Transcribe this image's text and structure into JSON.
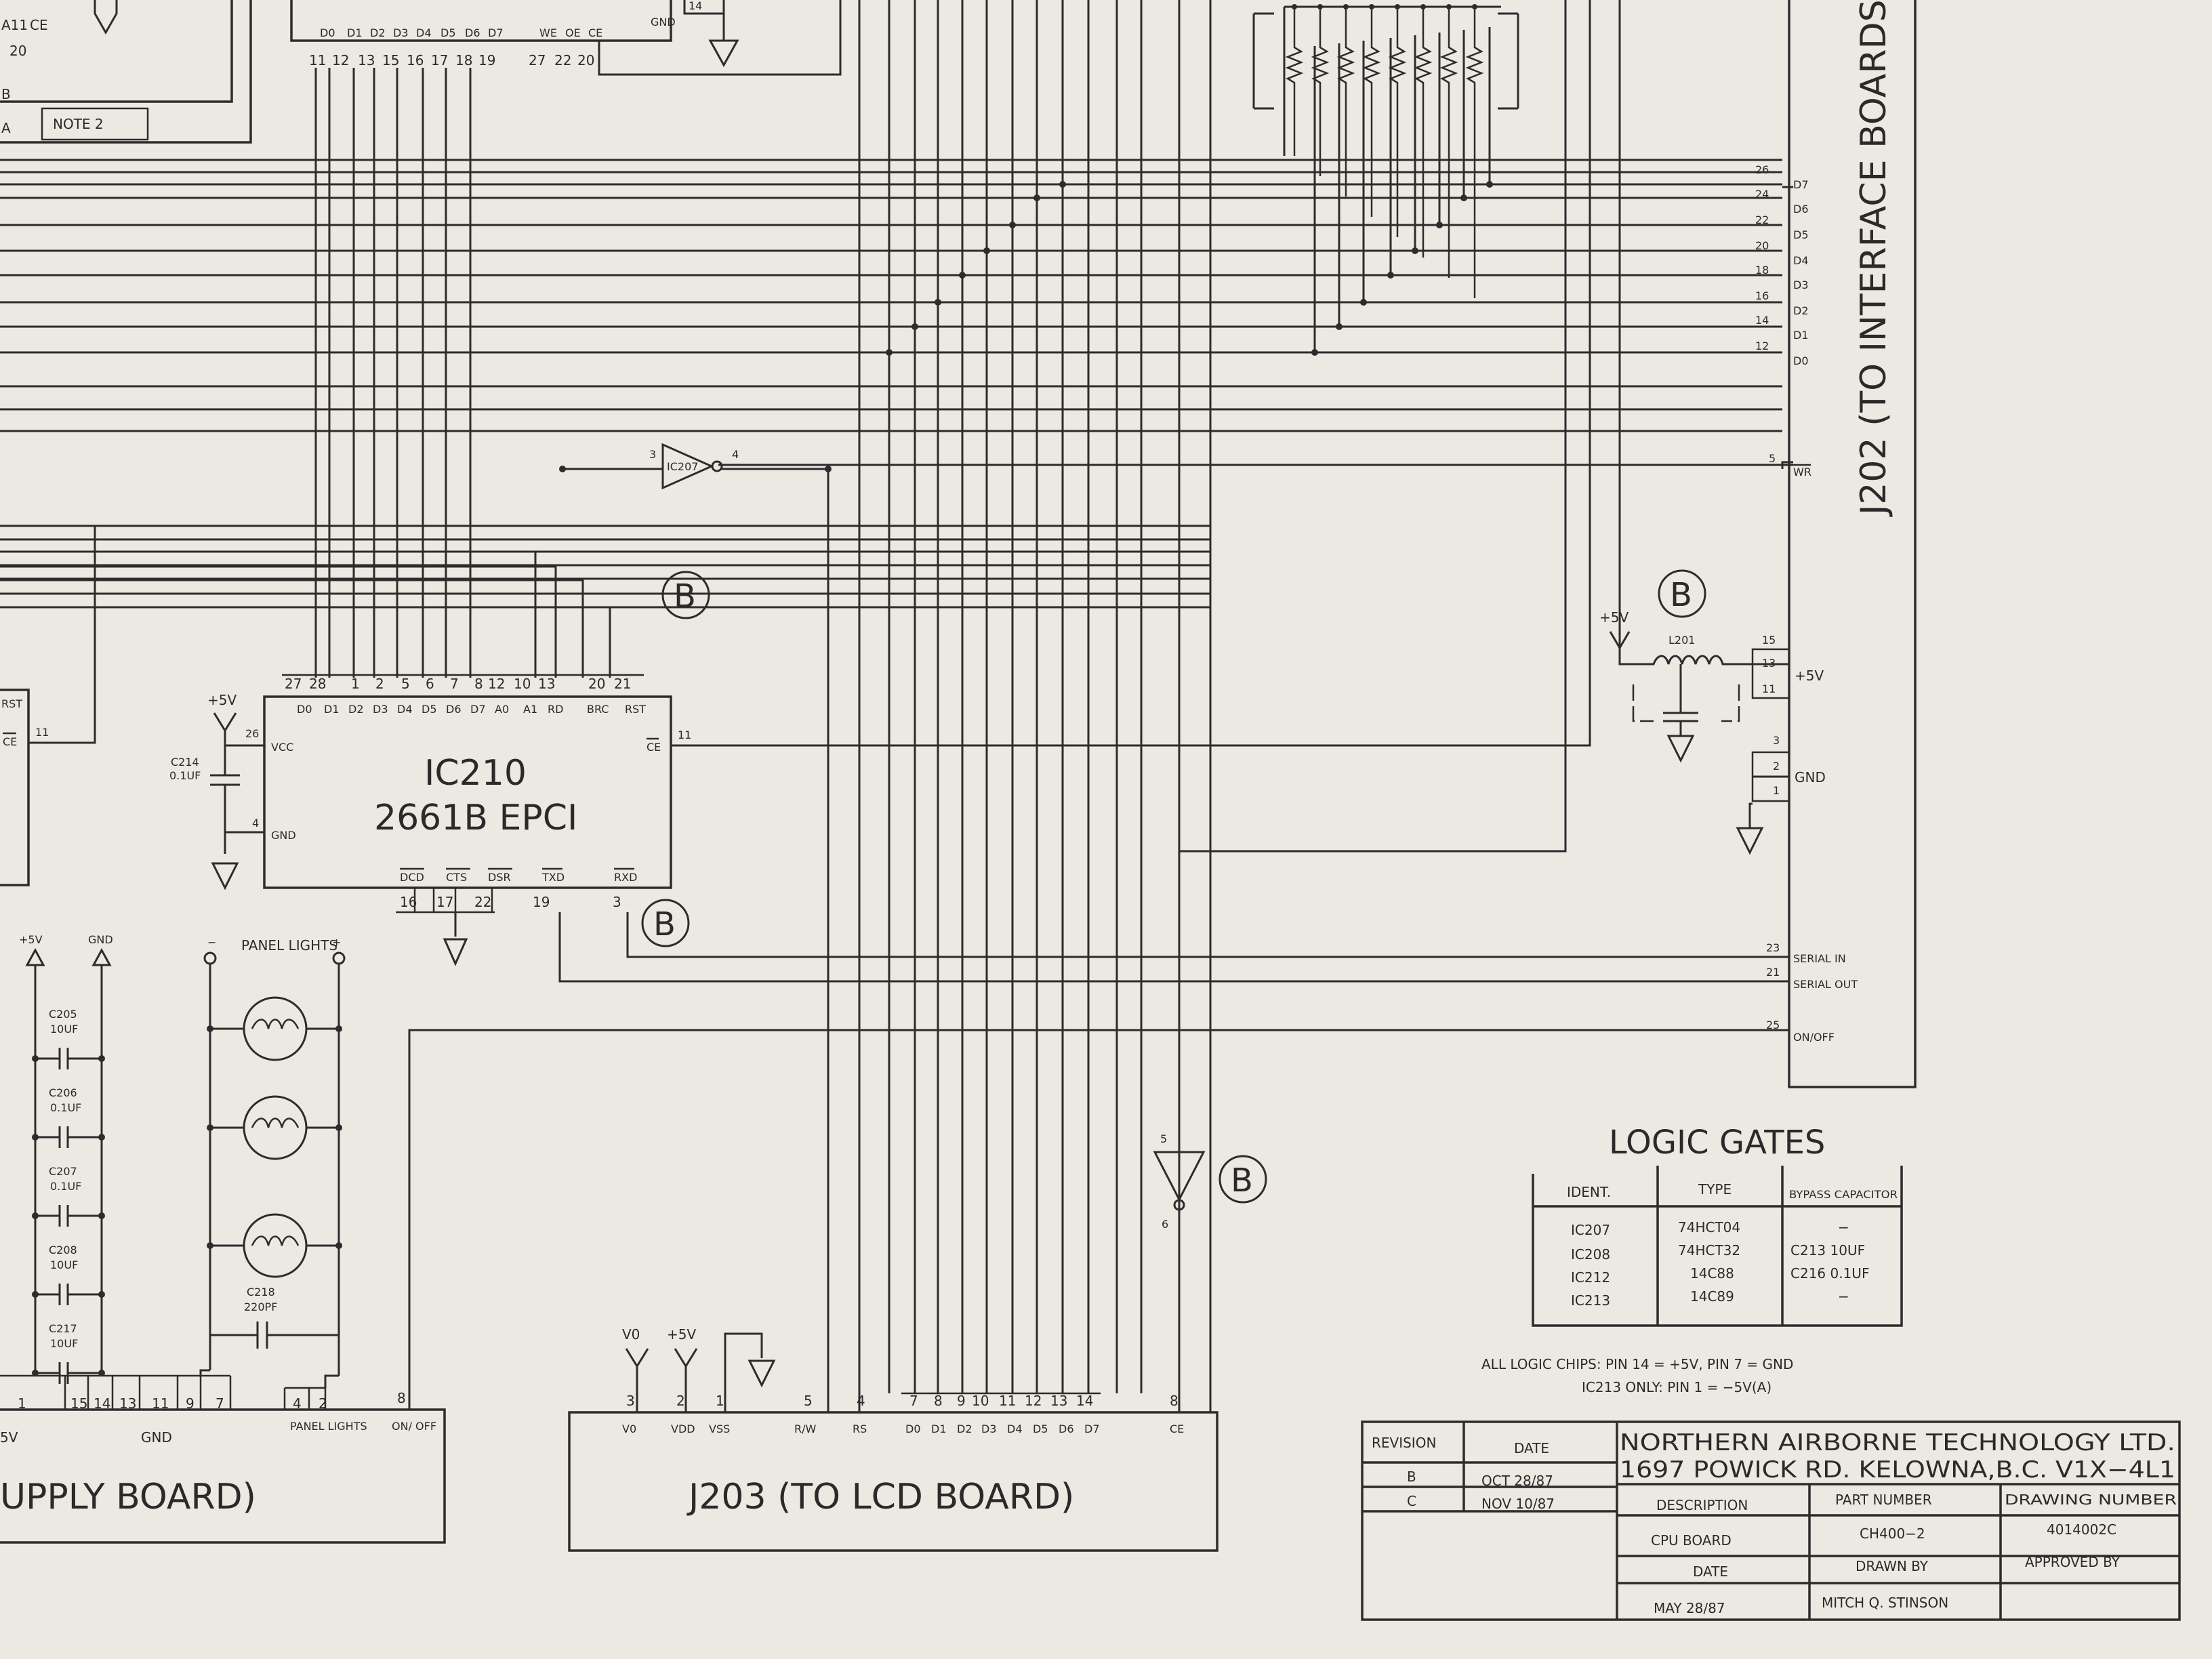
{
  "top_chips": {
    "left_labels": [
      "A11",
      "CE",
      "20",
      "B",
      "A"
    ],
    "note": "NOTE 2",
    "mem_pins": {
      "names": [
        "D0",
        "D1",
        "D2",
        "D3",
        "D4",
        "D5",
        "D6",
        "D7",
        "WE",
        "OE",
        "CE"
      ],
      "numbers": [
        "11",
        "12",
        "13",
        "15",
        "16",
        "17",
        "18",
        "19",
        "27",
        "22",
        "20"
      ]
    },
    "gnd_label": "GND",
    "gnd_pin": "14"
  },
  "j202": {
    "title": "J202 (TO INTERFACE BOARDS)",
    "data_pins": [
      {
        "num": "26",
        "name": "D7"
      },
      {
        "num": "24",
        "name": "D6"
      },
      {
        "num": "22",
        "name": "D5"
      },
      {
        "num": "20",
        "name": "D4"
      },
      {
        "num": "18",
        "name": "D3"
      },
      {
        "num": "16",
        "name": "D2"
      },
      {
        "num": "14",
        "name": "D1"
      },
      {
        "num": "12",
        "name": "D0"
      }
    ],
    "wr": {
      "num": "5",
      "name": "WR"
    },
    "power_pins": {
      "nums": [
        "15",
        "13",
        "11"
      ],
      "label": "+5V"
    },
    "gnd_pins": {
      "nums": [
        "3",
        "2",
        "1"
      ],
      "label": "GND"
    },
    "serial_in": {
      "num": "23",
      "name": "SERIAL IN"
    },
    "serial_out": {
      "num": "21",
      "name": "SERIAL OUT"
    },
    "on_off": {
      "num": "25",
      "name": "ON/OFF"
    }
  },
  "inverter_ic207": {
    "name": "IC207",
    "pin_in": "3",
    "pin_out": "4"
  },
  "inverter_lower": {
    "pin_top": "5",
    "pin_bottom": "6"
  },
  "rev_markers": [
    "B",
    "B",
    "B",
    "B"
  ],
  "filter": {
    "supply": "+5V",
    "inductor": "L201"
  },
  "ic210": {
    "name": "IC210",
    "part": "2661B EPCI",
    "top_pins": [
      {
        "num": "27",
        "name": "D0"
      },
      {
        "num": "28",
        "name": "D1"
      },
      {
        "num": "1",
        "name": "D2"
      },
      {
        "num": "2",
        "name": "D3"
      },
      {
        "num": "5",
        "name": "D4"
      },
      {
        "num": "6",
        "name": "D5"
      },
      {
        "num": "7",
        "name": "D6"
      },
      {
        "num": "8",
        "name": "D7"
      },
      {
        "num": "12",
        "name": "A0"
      },
      {
        "num": "10",
        "name": "A1"
      },
      {
        "num": "13",
        "name": "RD"
      },
      {
        "num": "20",
        "name": "BRC"
      },
      {
        "num": "21",
        "name": "RST"
      }
    ],
    "vcc": {
      "num": "26",
      "name": "VCC"
    },
    "gnd": {
      "num": "4",
      "name": "GND"
    },
    "ce": {
      "num": "11",
      "name": "CE"
    },
    "bottom_pins": [
      {
        "num": "16",
        "name": "DCD"
      },
      {
        "num": "17",
        "name": "CTS"
      },
      {
        "num": "22",
        "name": "DSR"
      },
      {
        "num": "19",
        "name": "TXD"
      },
      {
        "num": "3",
        "name": "RXD"
      }
    ],
    "supply": "+5V",
    "cap": {
      "ref": "C214",
      "val": "0.1UF"
    }
  },
  "left_chip": {
    "rst": "RST",
    "ce": "CE",
    "pin": "11"
  },
  "power_supply": {
    "title": "UPPLY BOARD)",
    "rails": [
      "+5V",
      "GND"
    ],
    "caps": [
      {
        "ref": "C205",
        "val": "10UF"
      },
      {
        "ref": "C206",
        "val": "0.1UF"
      },
      {
        "ref": "C207",
        "val": "0.1UF"
      },
      {
        "ref": "C208",
        "val": "10UF"
      },
      {
        "ref": "C217",
        "val": "10UF"
      }
    ],
    "panel_label": "PANEL LIGHTS",
    "minus": "−",
    "plus": "+",
    "c218": {
      "ref": "C218",
      "val": "220PF"
    },
    "pins": [
      "1",
      "15",
      "14",
      "13",
      "11",
      "9",
      "7",
      "4",
      "2",
      "8"
    ],
    "bottom_labels": [
      "5V",
      "GND",
      "PANEL LIGHTS",
      "ON/ OFF"
    ]
  },
  "j203": {
    "title": "J203 (TO LCD BOARD)",
    "supply_labels": [
      "V0",
      "+5V"
    ],
    "pins": [
      {
        "num": "3",
        "name": "V0"
      },
      {
        "num": "2",
        "name": "VDD"
      },
      {
        "num": "1",
        "name": "VSS"
      },
      {
        "num": "5",
        "name": "R/W"
      },
      {
        "num": "4",
        "name": "RS"
      },
      {
        "num": "7",
        "name": "D0"
      },
      {
        "num": "8",
        "name": "D1"
      },
      {
        "num": "9",
        "name": "D2"
      },
      {
        "num": "10",
        "name": "D3"
      },
      {
        "num": "11",
        "name": "D4"
      },
      {
        "num": "12",
        "name": "D5"
      },
      {
        "num": "13",
        "name": "D6"
      },
      {
        "num": "14",
        "name": "D7"
      },
      {
        "num": "8",
        "name": "CE"
      }
    ]
  },
  "logic_gates": {
    "title": "LOGIC GATES",
    "headers": [
      "IDENT.",
      "TYPE",
      "BYPASS CAPACITOR"
    ],
    "rows": [
      [
        "IC207",
        "74HCT04",
        "−"
      ],
      [
        "IC208",
        "74HCT32",
        "C213 10UF"
      ],
      [
        "IC212",
        "14C88",
        "C216 0.1UF"
      ],
      [
        "IC213",
        "14C89",
        "−"
      ]
    ],
    "note1": "ALL LOGIC CHIPS: PIN 14 = +5V, PIN 7 = GND",
    "note2": "IC213 ONLY: PIN 1 = −5V(A)"
  },
  "title_block": {
    "revision_header": "REVISION",
    "date_header": "DATE",
    "revisions": [
      {
        "rev": "B",
        "date": "OCT 28/87"
      },
      {
        "rev": "C",
        "date": "NOV 10/87"
      }
    ],
    "company": "NORTHERN AIRBORNE TECHNOLOGY LTD.",
    "address": "1697 POWICK RD. KELOWNA,B.C. V1X−4L1",
    "description_label": "DESCRIPTION",
    "part_number_label": "PART NUMBER",
    "drawing_number_label": "DRAWING NUMBER",
    "description": "CPU BOARD",
    "part_number": "CH400−2",
    "drawing_number": "4014002C",
    "date_label": "DATE",
    "drawn_by_label": "DRAWN BY",
    "approved_by_label": "APPROVED BY",
    "date": "MAY 28/87",
    "drawn_by": "MITCH Q. STINSON"
  }
}
